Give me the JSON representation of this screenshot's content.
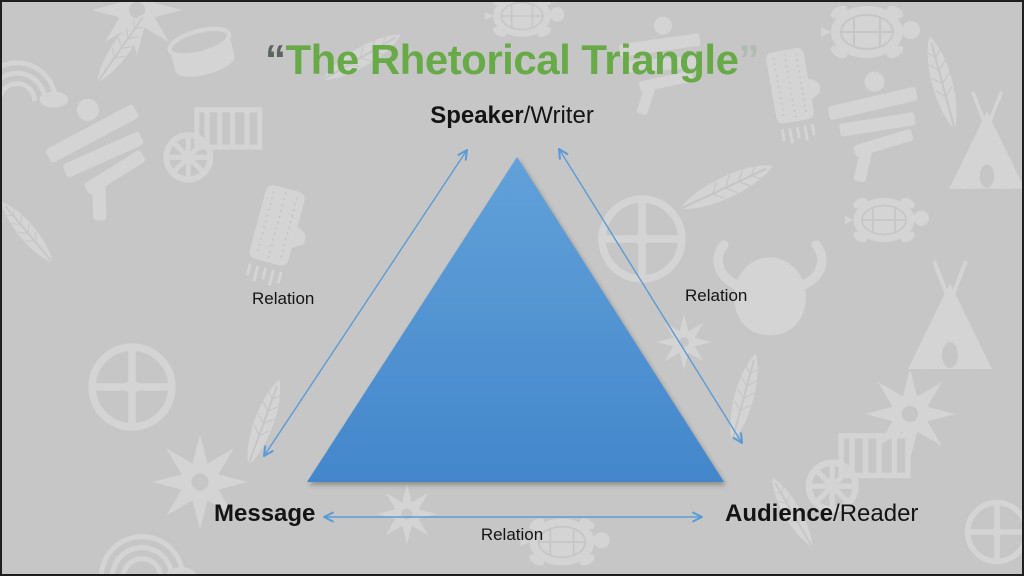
{
  "title": {
    "open_quote": "“",
    "text": "The Rhetorical Triangle",
    "close_quote": "”"
  },
  "vertices": {
    "top": {
      "bold": "Speaker",
      "regular": "/Writer"
    },
    "bottom_left": {
      "bold": "Message",
      "regular": ""
    },
    "bottom_right": {
      "bold": "Audience",
      "regular": "/Reader"
    }
  },
  "edge_labels": {
    "left": "Relation",
    "right": "Relation",
    "bottom": "Relation"
  },
  "colors": {
    "background": "#c6c6c6",
    "watermark": "#d4d4d4",
    "title_green": "#68aa48",
    "quote_open": "#5e655f",
    "quote_close": "#b2bbb2",
    "label_text": "#141414",
    "triangle_top": "#62a1d9",
    "triangle_bottom": "#4387cb",
    "arrow": "#5b9bd5",
    "border": "#1e1e1e"
  },
  "watermark_icons": [
    "eight-point-star",
    "feather",
    "drum",
    "rainbow",
    "medicine-wheel",
    "wagon",
    "mitten",
    "turtle",
    "teepee",
    "buffalo",
    "stacked-planks-figure"
  ]
}
